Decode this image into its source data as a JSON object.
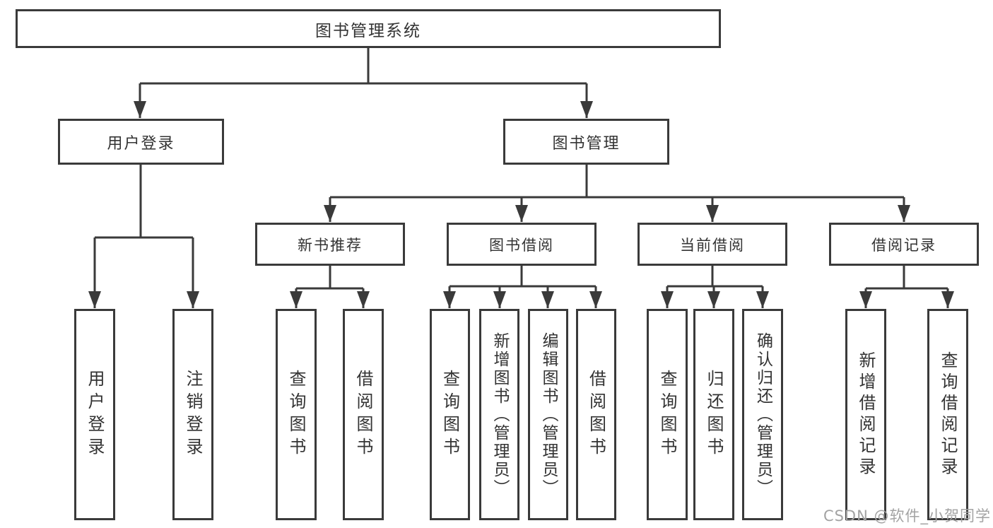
{
  "colors": {
    "line": "#3a3a3a",
    "box_border": "#3a3a3a",
    "text": "#333333",
    "watermark": "#a3a3a3",
    "background": "#ffffff"
  },
  "diagram": {
    "root": {
      "label": "图书管理系统"
    },
    "level2": [
      {
        "label": "用户登录"
      },
      {
        "label": "图书管理"
      }
    ],
    "level3": [
      {
        "label": "新书推荐"
      },
      {
        "label": "图书借阅"
      },
      {
        "label": "当前借阅"
      },
      {
        "label": "借阅记录"
      }
    ],
    "leaves": {
      "user_login": [
        {
          "label": "用户登录"
        },
        {
          "label": "注销登录"
        }
      ],
      "new_book_recommend": [
        {
          "label": "查询图书"
        },
        {
          "label": "借阅图书"
        }
      ],
      "book_borrowing": [
        {
          "label": "查询图书"
        },
        {
          "label": "新增图书（管理员）"
        },
        {
          "label": "编辑图书（管理员）"
        },
        {
          "label": "借阅图书"
        }
      ],
      "current_borrowing": [
        {
          "label": "查询图书"
        },
        {
          "label": "归还图书"
        },
        {
          "label": "确认归还（管理员）"
        }
      ],
      "borrowing_records": [
        {
          "label": "新增借阅记录"
        },
        {
          "label": "查询借阅记录"
        }
      ]
    }
  },
  "watermark": {
    "text": "CSDN @软件_小贺同学"
  }
}
